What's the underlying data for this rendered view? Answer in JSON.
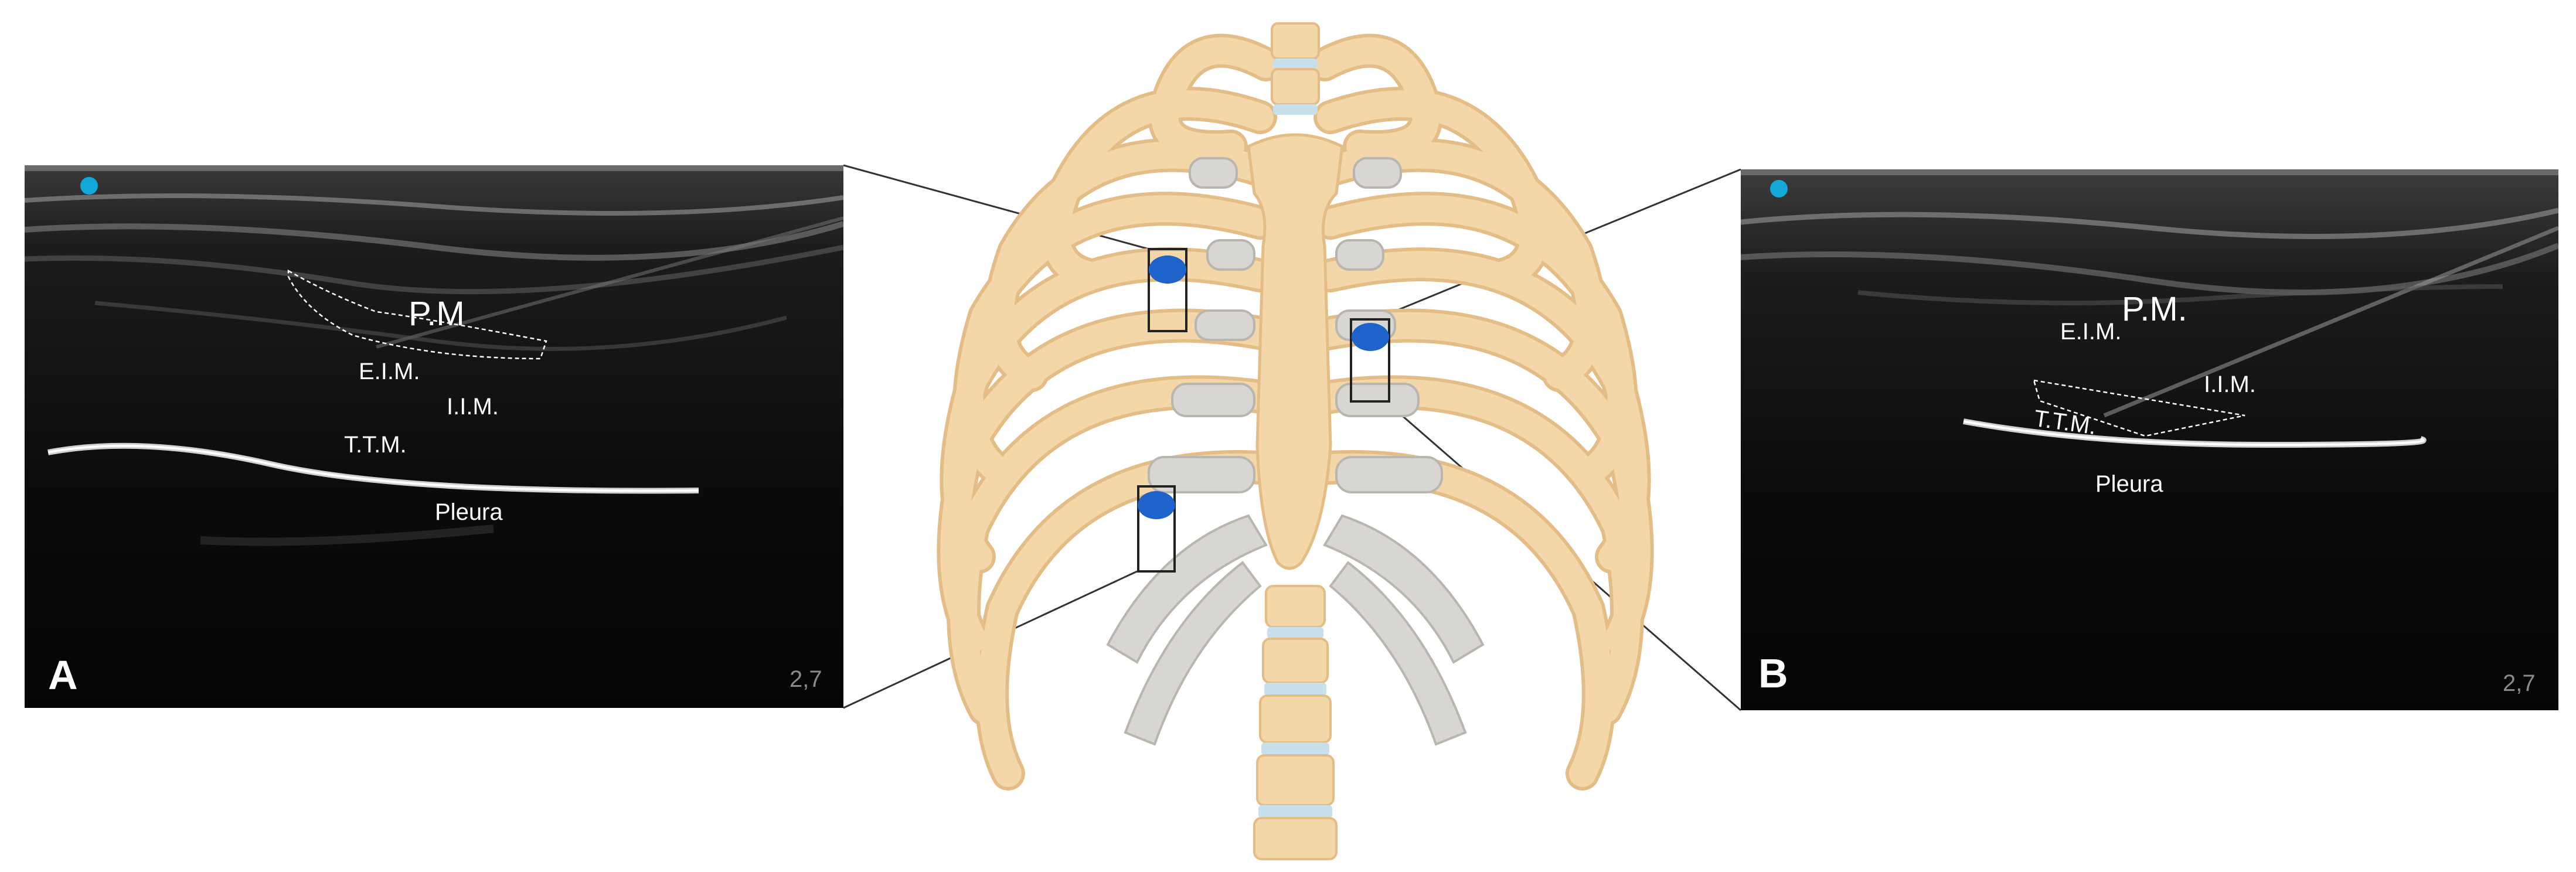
{
  "panels": {
    "a": {
      "letter": "A",
      "scale": "2,7",
      "labels": {
        "pm": "P.M",
        "eim": "E.I.M.",
        "iim": "I.I.M.",
        "ttm": "T.T.M.",
        "pleura": "Pleura"
      }
    },
    "b": {
      "letter": "B",
      "scale": "2,7",
      "labels": {
        "pm": "P.M.",
        "eim": "E.I.M.",
        "iim": "I.I.M.",
        "ttm": "T.T.M.",
        "pleura": "Pleura"
      }
    }
  },
  "colors": {
    "bone": "#f4d7a8",
    "bone_outline": "#e4bd86",
    "cartilage": "#d8d6d2",
    "disc": "#c7e0ec",
    "marker": "#1d63c9",
    "probe_dot": "#12a8d8"
  }
}
